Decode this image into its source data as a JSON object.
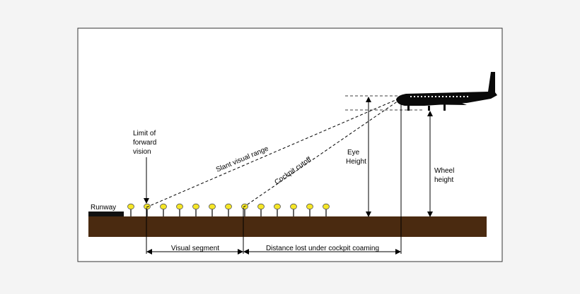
{
  "diagram": {
    "labels": {
      "runway": "Runway",
      "limit_of_forward_vision": [
        "Limit of",
        "forward",
        "vision"
      ],
      "slant_visual_range": "Slant visual range",
      "cockpit_cutoff": "Cockpit cutoff",
      "eye_height": [
        "Eye",
        "Height"
      ],
      "wheel_height": [
        "Wheel",
        "height"
      ],
      "visual_segment": "Visual segment",
      "distance_lost": "Distance lost under cockpit coaming"
    },
    "light_count": 13,
    "colors": {
      "page_background": "#f4f4f4",
      "panel_background": "#ffffff",
      "ground": "#4a2a10",
      "runway_strip": "#111111",
      "light_fill": "#f5e626",
      "light_stroke": "#555555",
      "aircraft": "#0a0a0a"
    },
    "icons": [
      "aircraft-icon",
      "runway-light-icon"
    ]
  }
}
